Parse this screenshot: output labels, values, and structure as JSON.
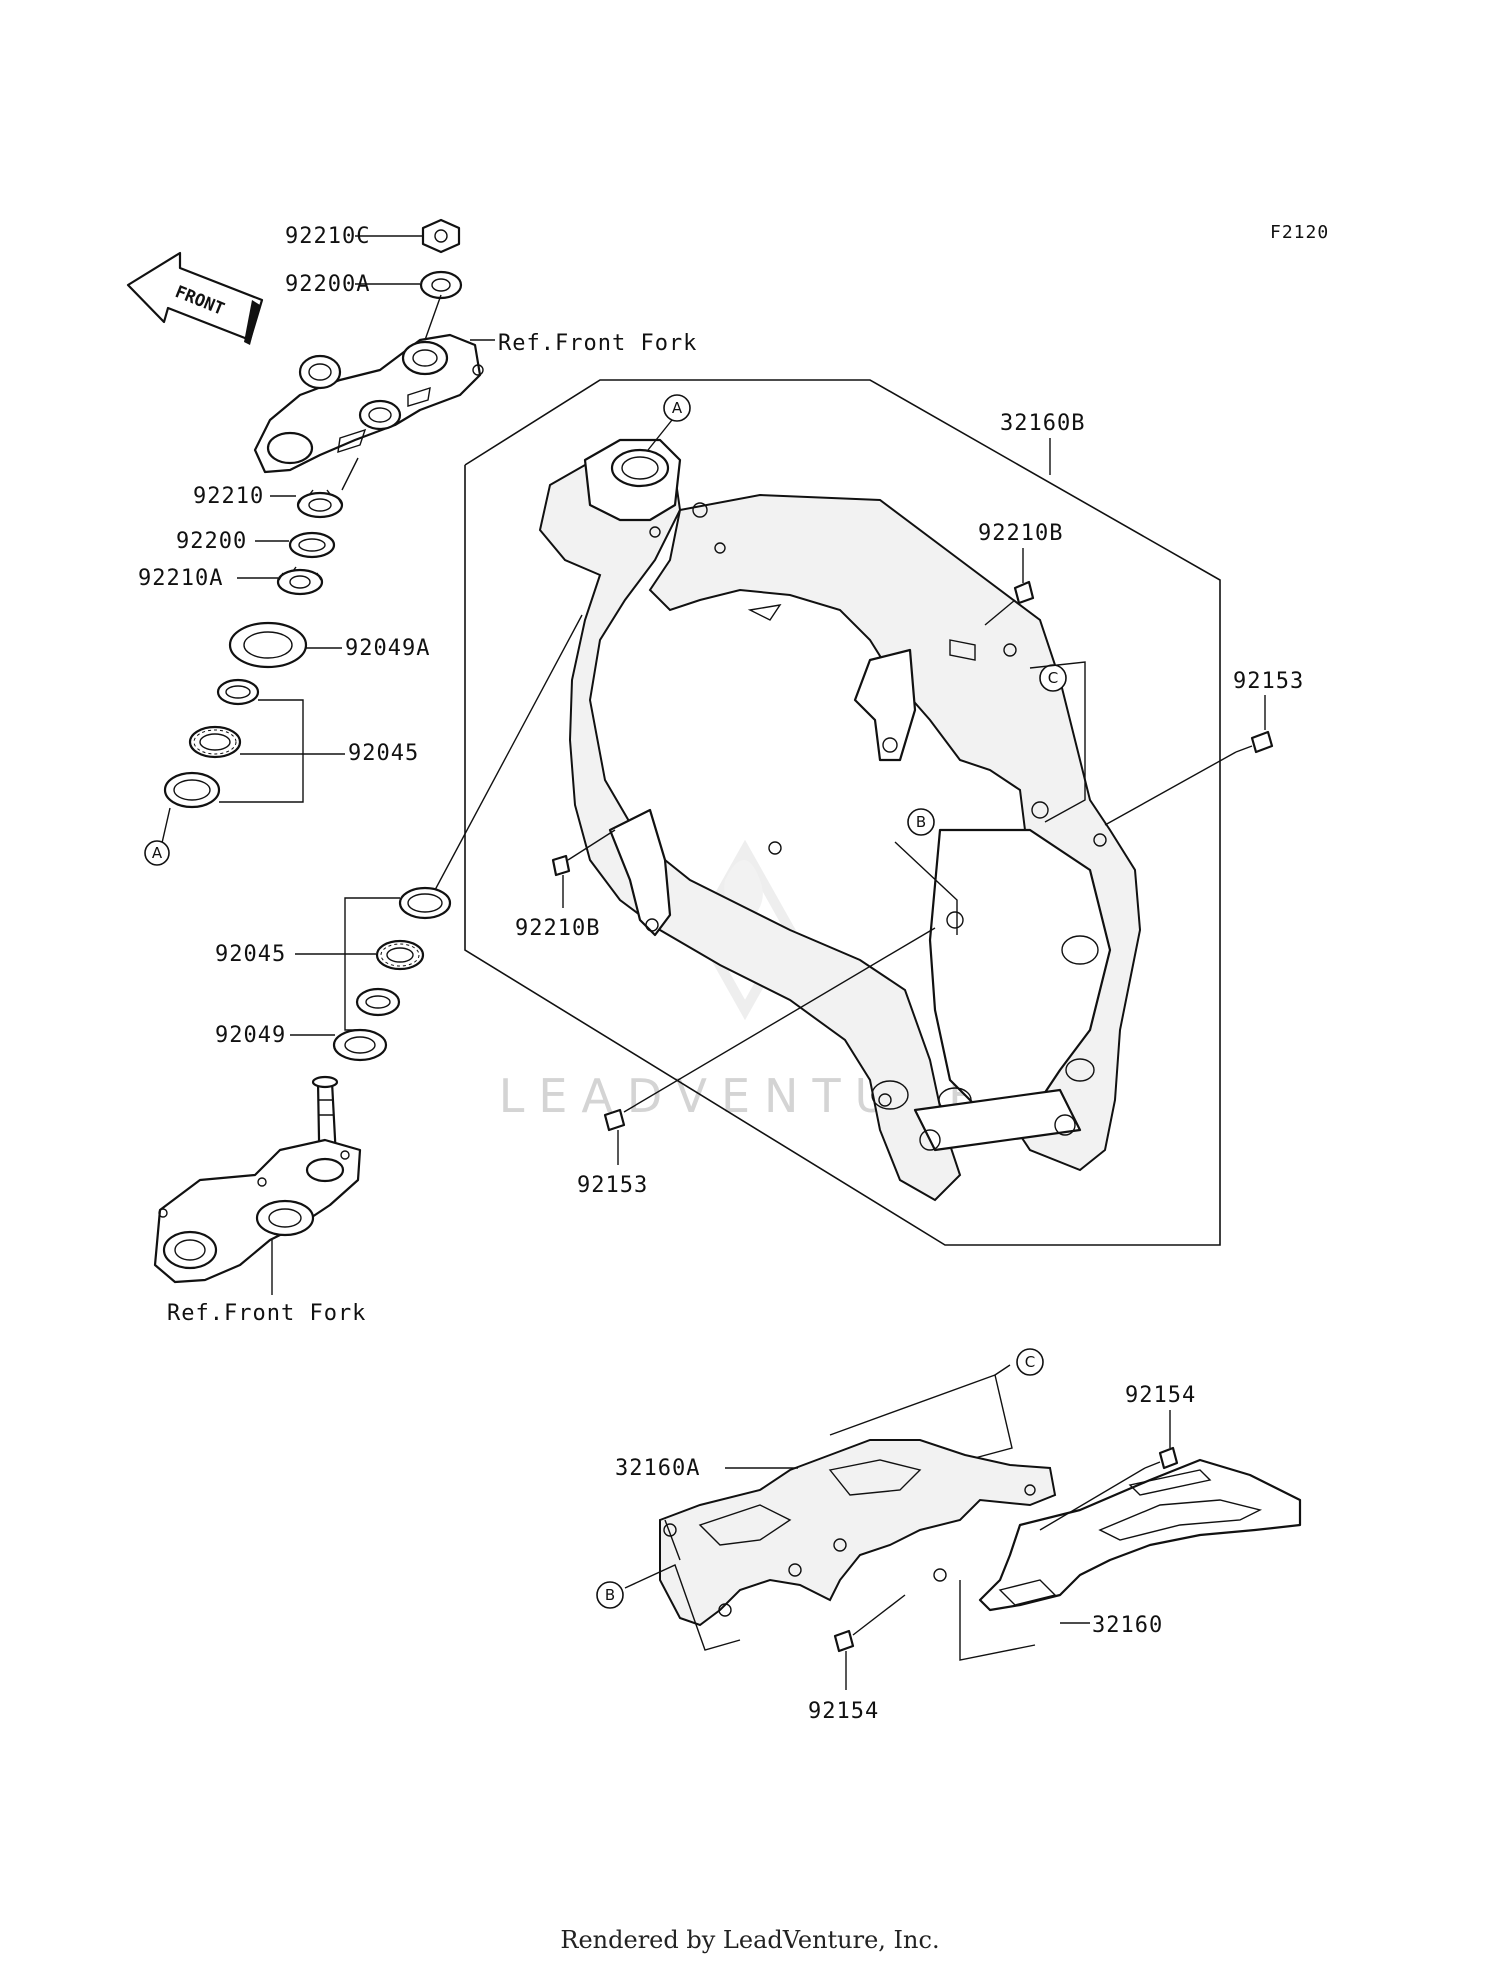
{
  "diagram_code": "F2120",
  "front_arrow_text": "FRONT",
  "ref_labels": {
    "top": "Ref.Front Fork",
    "bottom": "Ref.Front Fork"
  },
  "circle_labels": {
    "a": "A",
    "b": "B",
    "c": "C"
  },
  "part_numbers": {
    "p92210C": "92210C",
    "p92200A": "92200A",
    "p92210": "92210",
    "p92200": "92200",
    "p92210A": "92210A",
    "p92049A": "92049A",
    "p92045_upper": "92045",
    "p92045_lower": "92045",
    "p92049": "92049",
    "p32160B": "32160B",
    "p92210B_upper": "92210B",
    "p92210B_lower": "92210B",
    "p92153_right": "92153",
    "p92153_left": "92153",
    "p92154_upper": "92154",
    "p92154_lower": "92154",
    "p32160A": "32160A",
    "p32160": "32160"
  },
  "watermark": "LEADVENTURE",
  "footer": "Rendered by LeadVenture, Inc."
}
